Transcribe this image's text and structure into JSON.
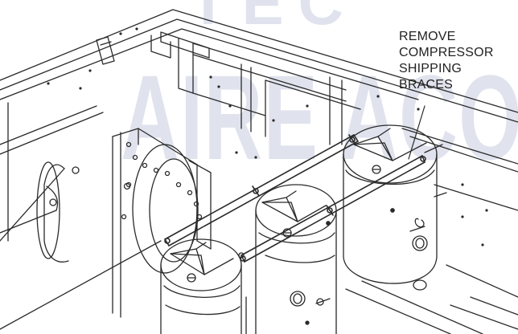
{
  "watermark": {
    "text": "AIRE ACO",
    "logo_fragment": "TEC",
    "color": "#c7cde0"
  },
  "callout": {
    "lines": [
      "REMOVE",
      "COMPRESSOR",
      "SHIPPING",
      "BRACES"
    ]
  },
  "line_color": "#2a2a2a"
}
